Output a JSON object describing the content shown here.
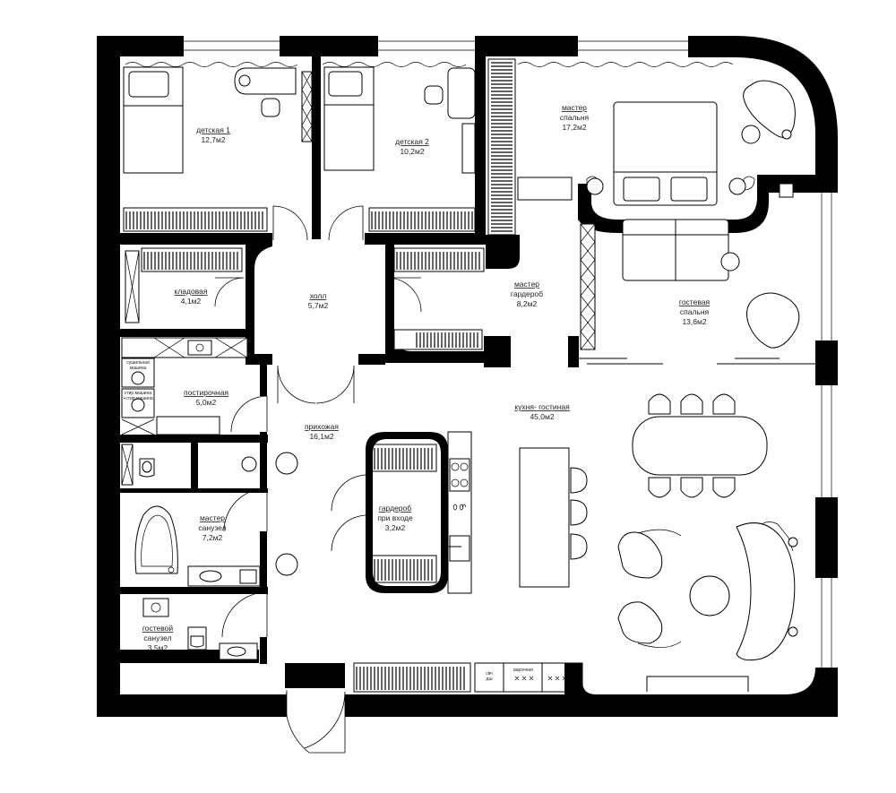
{
  "rooms": [
    {
      "name": "детская 1",
      "area": "12,7м2"
    },
    {
      "name": "детская 2",
      "area": "10,2м2"
    },
    {
      "name": "мастер",
      "name2": "спальня",
      "area": "17,2м2"
    },
    {
      "name": "кладовая",
      "area": "4,1м2"
    },
    {
      "name": "холл",
      "area": "5,7м2"
    },
    {
      "name": "мастер",
      "name2": "гардероб",
      "area": "8,2м2"
    },
    {
      "name": "гостевая",
      "name2": "спальня",
      "area": "13,6м2"
    },
    {
      "name": "постирочная",
      "area": "5,0м2"
    },
    {
      "name": "кухня- гостиная",
      "area": "45,0м2"
    },
    {
      "name": "прихожая",
      "area": "16,1м2"
    },
    {
      "name": "гардероб",
      "name2": "при входе",
      "area": "3,2м2"
    },
    {
      "name": "мастер",
      "name2": "санузел",
      "area": "7,2м2"
    },
    {
      "name": "гостевой",
      "name2": "санузел",
      "area": "3,5м2"
    }
  ],
  "appliances": {
    "dryer": [
      "сушильная",
      "машина"
    ],
    "washer": [
      "стир.машина",
      "+стир.машина"
    ],
    "microwave": [
      "свч",
      "дш"
    ],
    "hob": "варочная",
    "hob2": ""
  },
  "colors": {
    "wall": "#000000",
    "background": "#ffffff"
  }
}
